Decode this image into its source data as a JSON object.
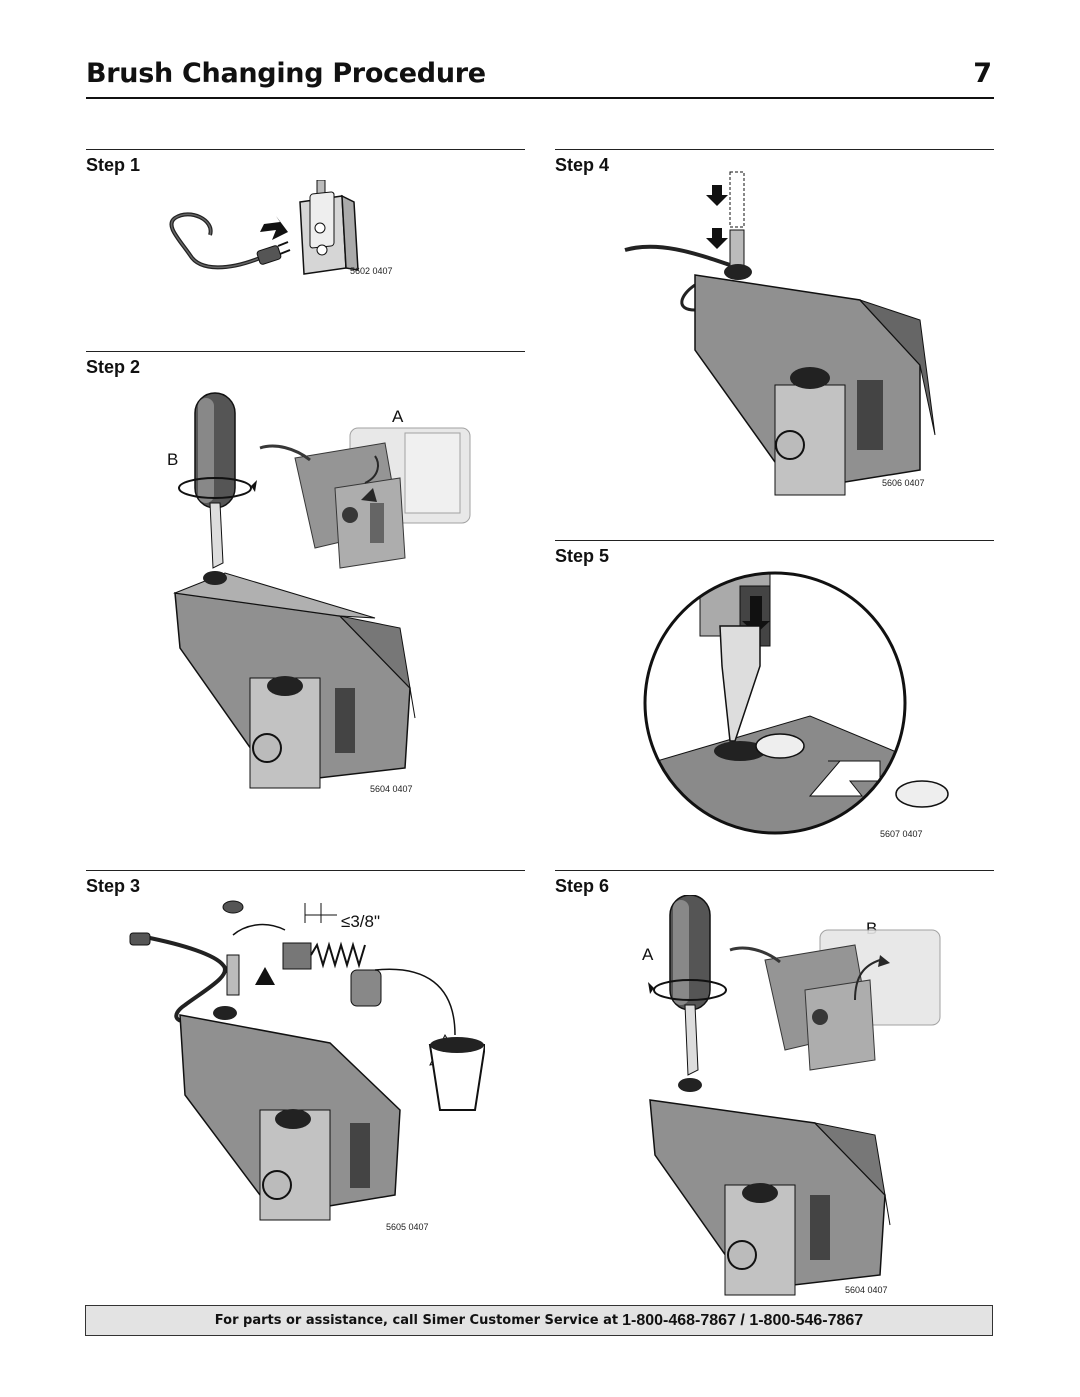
{
  "page": {
    "title": "Brush Changing Procedure",
    "number": "7"
  },
  "steps": [
    {
      "label": "Step 1",
      "figure_code": "5602 0407"
    },
    {
      "label": "Step 2",
      "figure_code": "5604 0407",
      "callout_a": "A",
      "callout_b": "B"
    },
    {
      "label": "Step 3",
      "figure_code": "5605 0407",
      "measurement": "≤3/8\""
    },
    {
      "label": "Step 4",
      "figure_code": "5606 0407"
    },
    {
      "label": "Step 5",
      "figure_code": "5607 0407"
    },
    {
      "label": "Step 6",
      "figure_code": "5604 0407",
      "callout_a": "A",
      "callout_b": "B"
    }
  ],
  "footer": {
    "text": "For parts or assistance, call Simer Customer Service at",
    "phones": "1-800-468-7867 / 1-800-546-7867"
  }
}
